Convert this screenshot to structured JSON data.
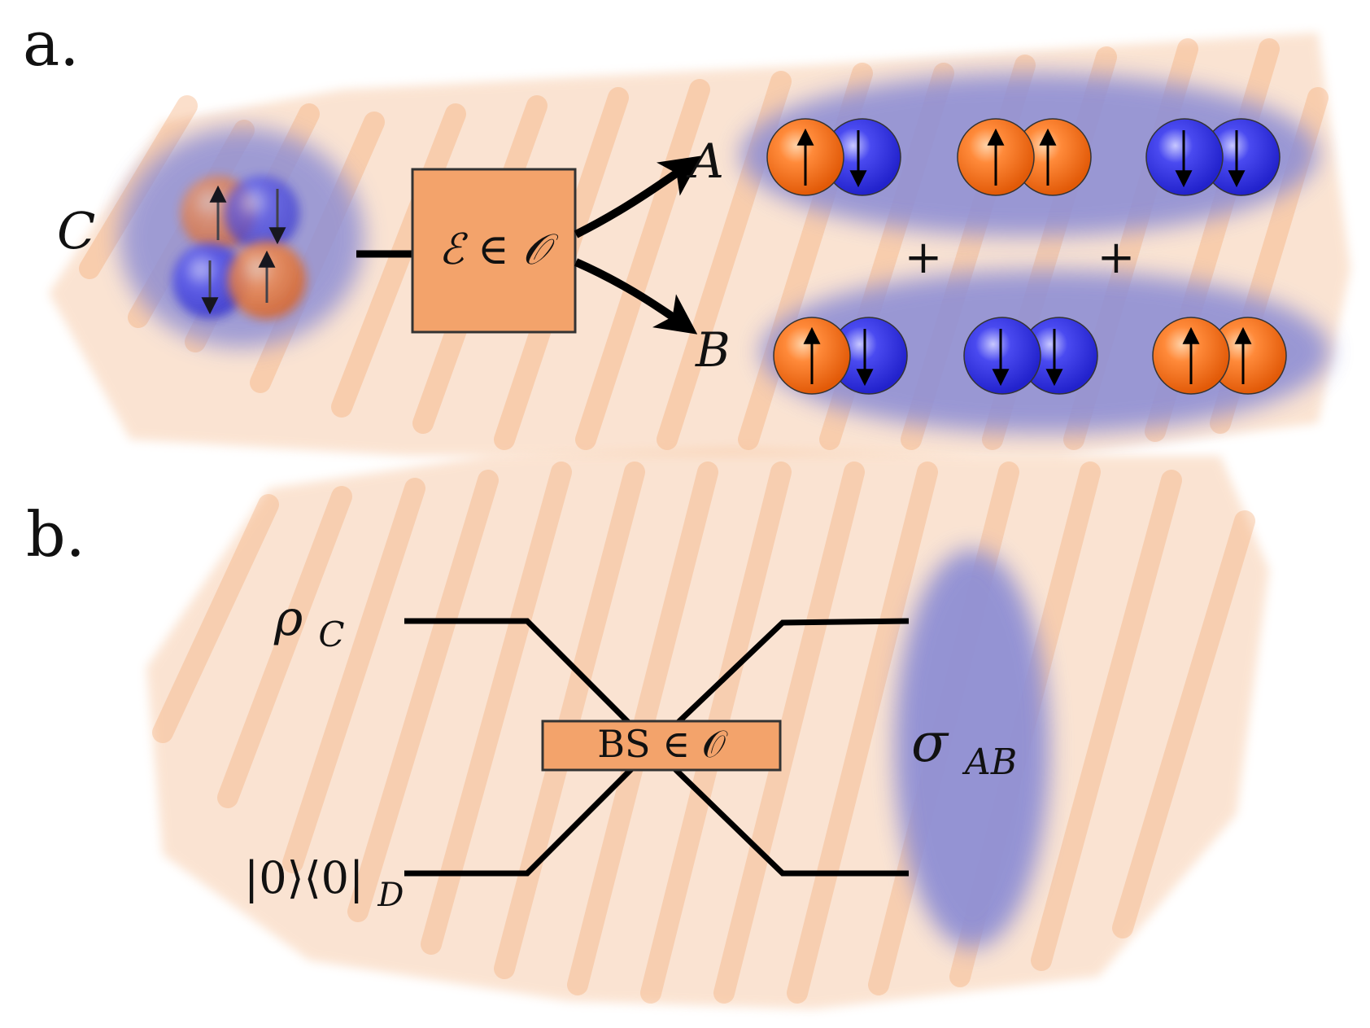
{
  "panel_a": {
    "label": "a.",
    "source_label": "C",
    "channel_label": "ℰ ∈ 𝒪",
    "output_top_label": "A",
    "output_bottom_label": "B",
    "plus_1": "+",
    "plus_2": "+"
  },
  "panel_b": {
    "label": "b.",
    "input_top_label": "ρ",
    "input_top_sub": "C",
    "input_bottom_label": "|0⟩⟨0|",
    "input_bottom_sub": "D",
    "beamsplitter_label": "BS ∈ 𝒪",
    "output_label": "σ",
    "output_sub": "AB"
  },
  "colors": {
    "orange_fill": "#f3a36b",
    "orange_haze": "#f6c39c",
    "blue_glow": "#8f8fd4",
    "spin_orange": "#f26a14",
    "spin_blue": "#3434e6",
    "line": "#000000"
  },
  "icons": [
    "spin-up-icon",
    "spin-down-icon",
    "arrow-icon"
  ]
}
